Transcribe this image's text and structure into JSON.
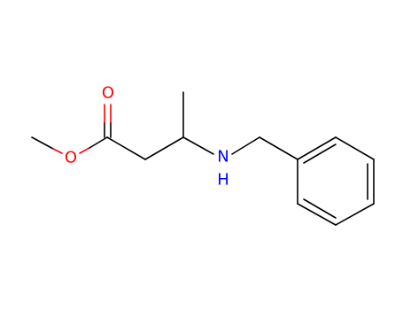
{
  "molecule": {
    "atoms": [
      {
        "id": "o-carbonyl",
        "symbol": "O",
        "color": "#ff0000"
      },
      {
        "id": "o-ester",
        "symbol": "O",
        "color": "#ff0000"
      },
      {
        "id": "n-amine",
        "symbol": "N",
        "color": "#0000ff"
      },
      {
        "id": "h-amine",
        "symbol": "H",
        "color": "#0000ff"
      }
    ]
  }
}
